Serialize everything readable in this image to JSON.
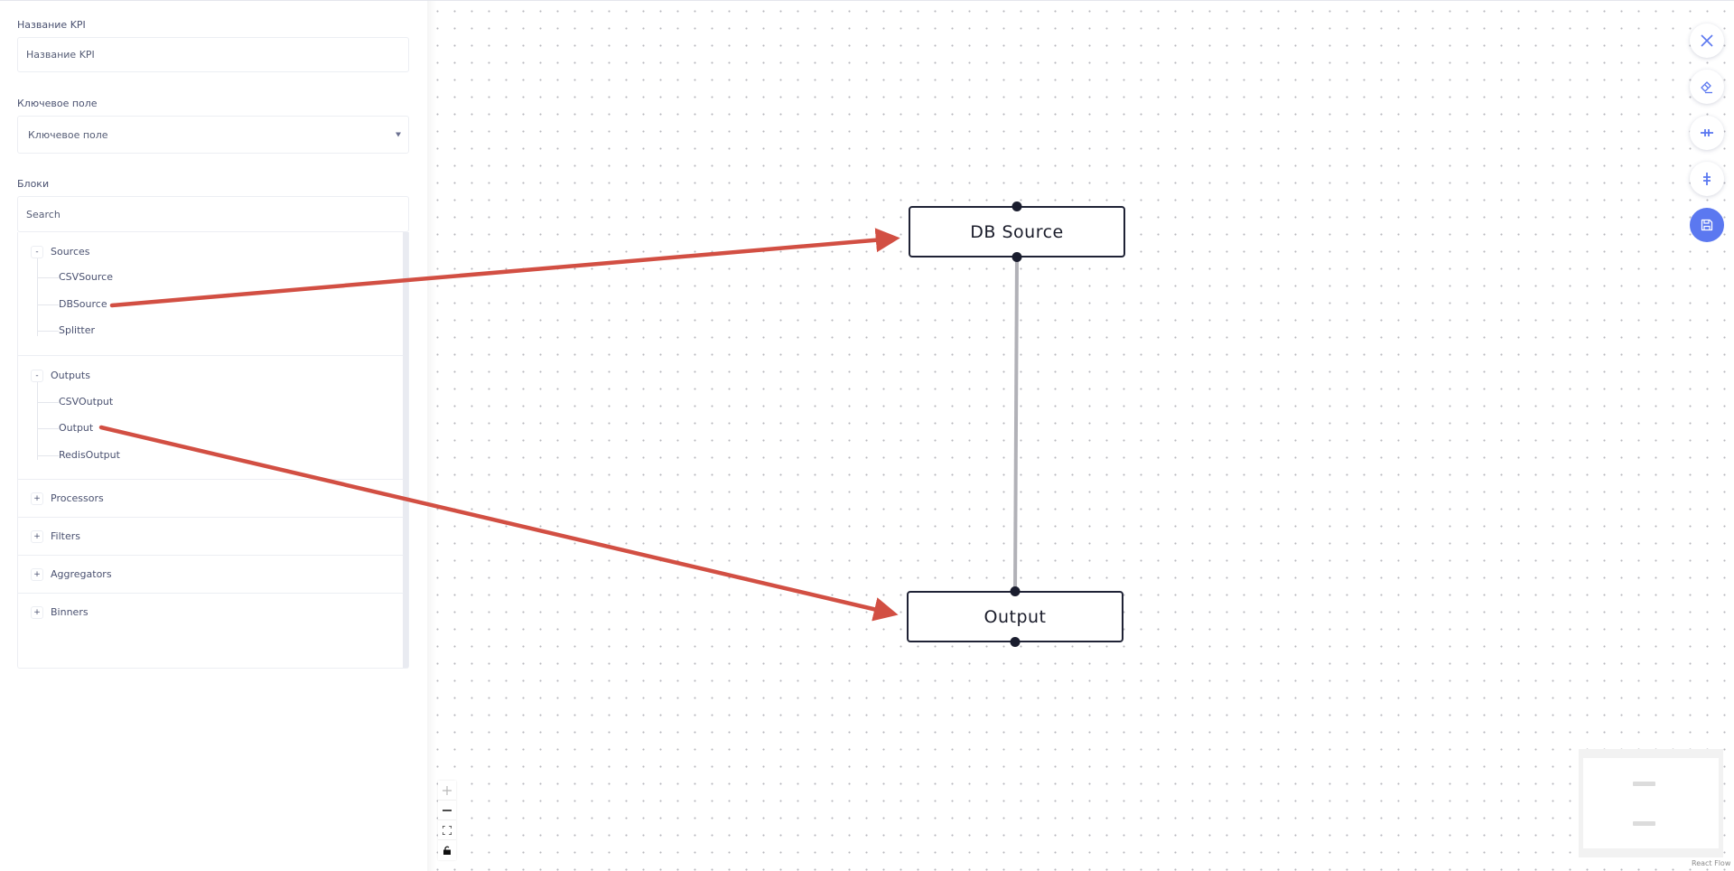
{
  "sidebar": {
    "kpi_name": {
      "label": "Название KPI",
      "placeholder": "Название KPI",
      "value": ""
    },
    "key_field": {
      "label": "Ключевое поле",
      "selected": "Ключевое поле"
    },
    "blocks": {
      "label": "Блоки",
      "search_placeholder": "Search",
      "groups": [
        {
          "name": "Sources",
          "toggle": "-",
          "expanded": true,
          "items": [
            "CSVSource",
            "DBSource",
            "Splitter"
          ]
        },
        {
          "name": "Outputs",
          "toggle": "-",
          "expanded": true,
          "items": [
            "CSVOutput",
            "Output",
            "RedisOutput"
          ]
        },
        {
          "name": "Processors",
          "toggle": "+",
          "expanded": false,
          "items": []
        },
        {
          "name": "Filters",
          "toggle": "+",
          "expanded": false,
          "items": []
        },
        {
          "name": "Aggregators",
          "toggle": "+",
          "expanded": false,
          "items": []
        },
        {
          "name": "Binners",
          "toggle": "+",
          "expanded": false,
          "items": []
        }
      ]
    }
  },
  "canvas": {
    "nodes": [
      {
        "id": "db-source",
        "label": "DB Source"
      },
      {
        "id": "output",
        "label": "Output"
      }
    ],
    "edges": [
      {
        "from": "DB Source",
        "to": "Output"
      }
    ],
    "annotations": {
      "arrow_color": "#d24f43",
      "arrows": [
        {
          "from": "DBSource",
          "to": "DB Source"
        },
        {
          "from": "Output",
          "to": "Output"
        }
      ]
    },
    "toolbar": [
      {
        "name": "close",
        "icon": "close-icon"
      },
      {
        "name": "clear",
        "icon": "eraser-icon"
      },
      {
        "name": "layout-horizontal",
        "icon": "align-horizontal-icon"
      },
      {
        "name": "layout-vertical",
        "icon": "align-vertical-icon"
      },
      {
        "name": "save",
        "icon": "save-icon"
      }
    ],
    "controls": [
      "zoom-in",
      "zoom-out",
      "fit-view",
      "lock"
    ],
    "attribution": "React Flow",
    "accent_color": "#5b78f0"
  }
}
